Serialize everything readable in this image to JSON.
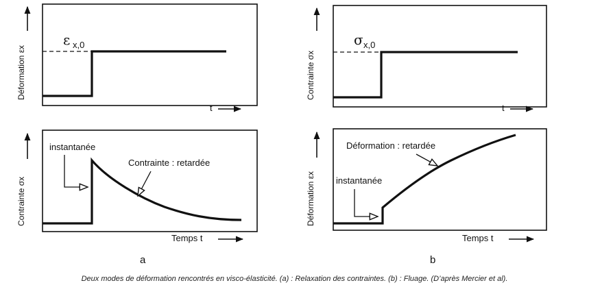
{
  "panels": {
    "a": {
      "label": "a",
      "top": {
        "ylabel": "Déformation εx",
        "xlabel": "t",
        "level_symbol": "ε",
        "level_subscript": "x,0"
      },
      "bottom": {
        "ylabel": "Contrainte σx",
        "xlabel": "Temps t",
        "annotation_instant": "instantanée",
        "annotation_delayed": "Contrainte : retardée"
      }
    },
    "b": {
      "label": "b",
      "top": {
        "ylabel": "Contrainte σx",
        "xlabel": "t",
        "level_symbol": "σ",
        "level_subscript": "x,0"
      },
      "bottom": {
        "ylabel": "Déformation εx",
        "xlabel": "Temps t",
        "annotation_instant": "instantanée",
        "annotation_delayed": "Déformation : retardée"
      }
    }
  },
  "caption": "Deux modes de déformation rencontrés en visco-élasticité. (a) : Relaxation des contraintes. (b) : Fluage. (D’après Mercier et al)."
}
